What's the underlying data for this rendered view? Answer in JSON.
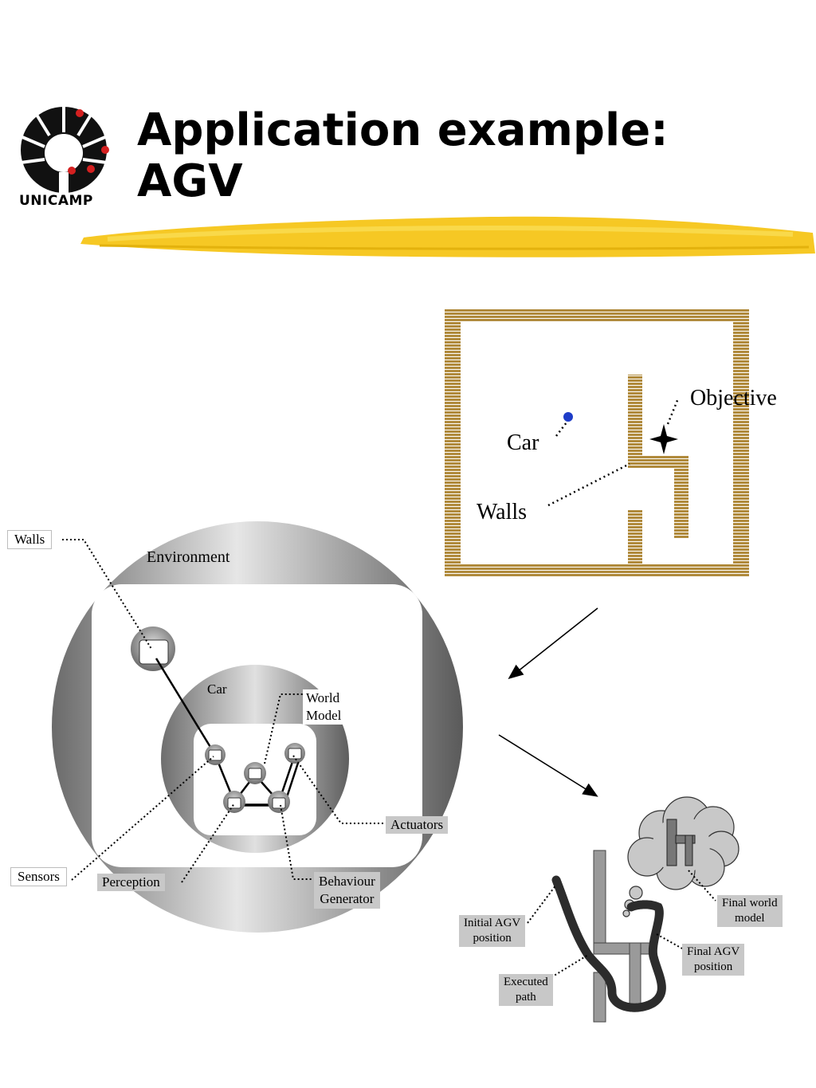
{
  "logo": {
    "text": "UNICAMP"
  },
  "title": {
    "line1": "Application example:",
    "line2": "AGV"
  },
  "map": {
    "objective": "Objective",
    "car": "Car",
    "walls": "Walls"
  },
  "architecture": {
    "walls": "Walls",
    "environment": "Environment",
    "car": "Car",
    "world_model_1": "World",
    "world_model_2": "Model",
    "actuators": "Actuators",
    "sensors": "Sensors",
    "perception": "Perception",
    "behaviour_1": "Behaviour",
    "behaviour_2": "Generator"
  },
  "result": {
    "initial_1": "Initial AGV",
    "initial_2": "position",
    "executed_1": "Executed",
    "executed_2": "path",
    "final_world_1": "Final world",
    "final_world_2": "model",
    "final_agv_1": "Final AGV",
    "final_agv_2": "position"
  },
  "colors": {
    "wall": "#b08a3c",
    "highlighter": "#f5c518",
    "car": "#1e3cc8"
  }
}
